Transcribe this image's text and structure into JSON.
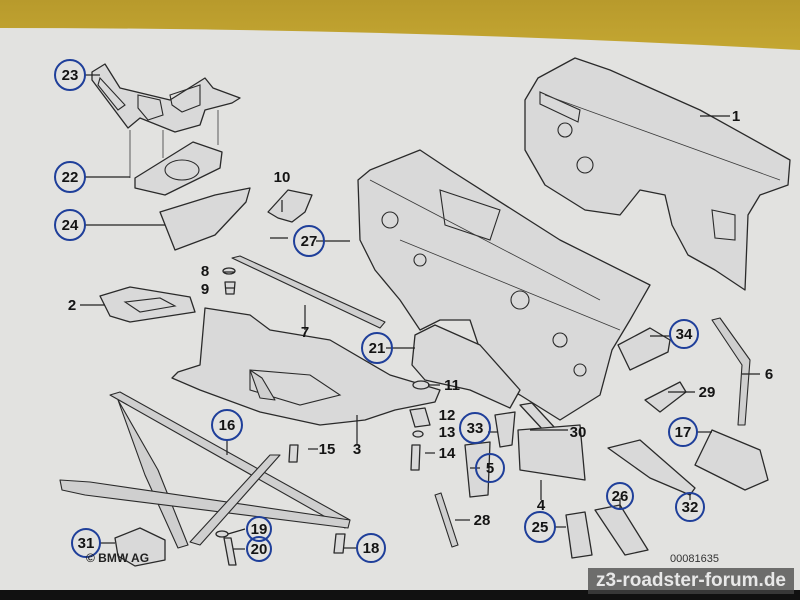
{
  "diagram": {
    "title": "BMW Z3 front bulkhead / firewall parts diagram",
    "copyright": "© BMW AG",
    "document_number": "00081635",
    "watermark": "z3-roadster-forum.de",
    "colors": {
      "paper": "#e4e4e4",
      "circle_outline": "#1f3f9a",
      "label_text": "#141414",
      "background_band": "#c0a232"
    },
    "labels": {
      "l1": "1",
      "l2": "2",
      "l3": "3",
      "l4": "4",
      "l5": "5",
      "l6": "6",
      "l7": "7",
      "l8": "8",
      "l9": "9",
      "l10": "10",
      "l11": "11",
      "l12": "12",
      "l13": "13",
      "l14": "14",
      "l15": "15",
      "l16": "16",
      "l17": "17",
      "l18": "18",
      "l19": "19",
      "l20": "20",
      "l21": "21",
      "l22": "22",
      "l23": "23",
      "l24": "24",
      "l25": "25",
      "l26": "26",
      "l27": "27",
      "l28": "28",
      "l29": "29",
      "l30": "30",
      "l31": "31",
      "l32": "32",
      "l33": "33",
      "l34": "34"
    },
    "circled_labels": [
      "5",
      "16",
      "17",
      "18",
      "19",
      "20",
      "21",
      "22",
      "23",
      "24",
      "25",
      "26",
      "27",
      "31",
      "32",
      "33",
      "34"
    ],
    "plain_labels": [
      "1",
      "2",
      "3",
      "4",
      "6",
      "7",
      "8",
      "9",
      "10",
      "11",
      "12",
      "13",
      "14",
      "15",
      "28",
      "29",
      "30"
    ]
  }
}
